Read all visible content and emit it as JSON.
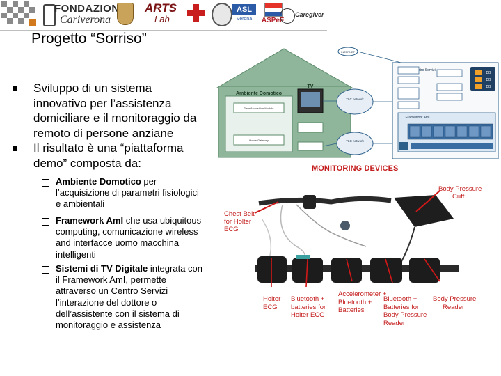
{
  "logos": {
    "fondazione_line1": "FONDAZIONE",
    "fondazione_line2": "Cariverona",
    "arts_line1": "ARTS",
    "arts_line2": "Lab",
    "asl": "ASL",
    "asl_sub": "Verona",
    "aspef": "ASPeF",
    "last": "Caregiver"
  },
  "title": "Progetto “Sorriso”",
  "bullets": [
    {
      "lines": [
        "Sviluppo di un sistema",
        "innovativo per l’assistenza",
        "domiciliare e il monitoraggio da",
        "remoto di persone anziane"
      ]
    },
    {
      "lines": [
        "Il risultato è una “piattaforma",
        "demo” composta da:"
      ]
    }
  ],
  "sub_items": [
    {
      "bold": "Ambiente Domotico",
      "lines": [
        "per",
        "l’acquisizione di parametri fisiologici",
        "e ambientali"
      ]
    },
    {
      "bold": "Framework AmI",
      "lines": [
        "che usa ubiquitous",
        "computing, comunicazione wireless",
        "and interfacce uomo macchina",
        "intelligenti"
      ]
    },
    {
      "bold": "Sistemi di TV Digitale",
      "lines": [
        "integrata con",
        "il Framework AmI, permette",
        "attraverso un Centro Servizi",
        "l’interazione del dottore o",
        "dell’assistente con il sistema di",
        "monitoraggio e assistenza"
      ]
    }
  ],
  "diagram": {
    "house_label": "Ambiente Domotico",
    "tv_label": "TV",
    "internet": "INTERNET",
    "framework": "Framework AmI",
    "box_a": "Data Acquisition Module",
    "box_b": "Home Gateway",
    "cloud1": "TLC network",
    "cloud2": "TLC network",
    "center_label": "Centro Servizi",
    "db1": "DB",
    "db2": "DB",
    "db3": "DB"
  },
  "monitoring": {
    "title": "MONITORING DEVICES",
    "body_pressure_cuff": [
      "Body Pressure",
      "Cuff"
    ],
    "chest_belt": [
      "Chest Belt",
      "for Holter",
      "ECG"
    ],
    "bottom": [
      {
        "lines": [
          "Holter",
          "ECG"
        ]
      },
      {
        "lines": [
          "Bluetooth +",
          "batteries for",
          "Holter ECG"
        ]
      },
      {
        "lines": [
          "Accelerometer +",
          "Bluetooth +",
          "Batteries"
        ]
      },
      {
        "lines": [
          "Bluetooth +",
          "Batteries for",
          "Body Pressure",
          "Reader"
        ]
      },
      {
        "lines": [
          "Body Pressure",
          "Reader"
        ]
      }
    ]
  },
  "colors": {
    "accent_red": "#c41c1c",
    "diagram_blue": "#2c5f8a",
    "house_green": "#6f9a7d"
  }
}
